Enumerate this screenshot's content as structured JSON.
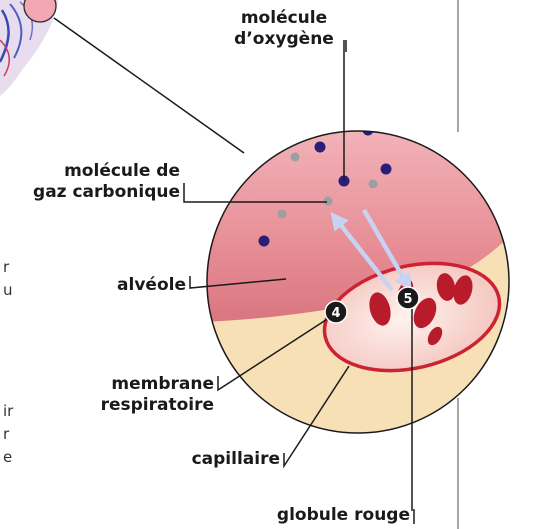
{
  "labels": {
    "oxygen_line1": "molécule",
    "oxygen_line2": "d’oxygène",
    "co2_line1": "molécule de",
    "co2_line2": "gaz carbonique",
    "alveole": "alvéole",
    "membrane_line1": "membrane",
    "membrane_line2": "respiratoire",
    "capillaire": "capillaire",
    "globule": "globule rouge"
  },
  "markers": {
    "m4": "4",
    "m5": "5"
  },
  "cutoff_text": {
    "t1": "r",
    "t2": "u",
    "t3": "ir",
    "t4": "r",
    "t5": "e"
  },
  "colors": {
    "alveolus_pink": "#e88e96",
    "tissue_beige": "#f7dfb6",
    "capillary_outline": "#cc2233",
    "red_cell": "#b81c2a",
    "oxygen_molecule": "#2a1f78",
    "co2_molecule": "#9aa0a0",
    "arrow": "#c8d2f2"
  }
}
